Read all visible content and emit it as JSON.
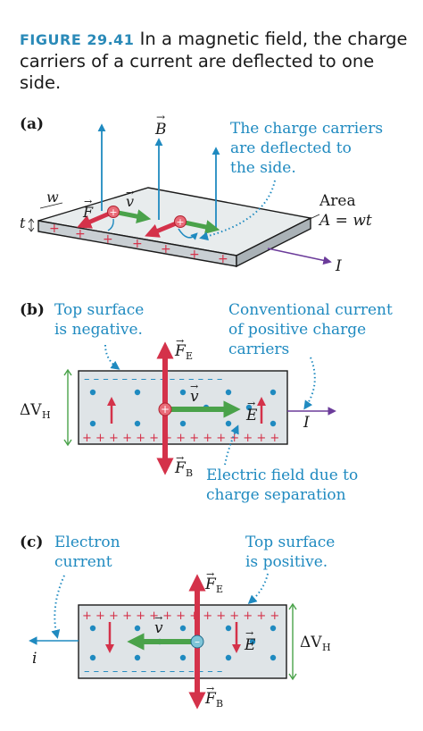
{
  "caption": {
    "figure_number": "FIGURE 29.41",
    "text": "In a magnetic field, the charge carriers of a current are deflected to one side."
  },
  "panel_a": {
    "label": "(a)",
    "field_symbol": "B",
    "callout_lines": [
      "The charge carriers",
      "are deflected to",
      "the side."
    ],
    "area_label": "Area",
    "area_formula": "A = wt",
    "width_symbol": "w",
    "thickness_symbol": "t",
    "force_symbol": "F",
    "velocity_symbol": "v",
    "current_symbol": "I",
    "plus": "+"
  },
  "panel_b": {
    "label": "(b)",
    "top_note_lines": [
      "Top surface",
      "is negative."
    ],
    "current_note_lines": [
      "Conventional current",
      "of positive charge",
      "carriers"
    ],
    "field_note_lines": [
      "Electric field due to",
      "charge separation"
    ],
    "voltage_symbol": "ΔV",
    "voltage_sub": "H",
    "fe_symbol": "F",
    "fe_sub": "E",
    "fb_symbol": "F",
    "fb_sub": "B",
    "velocity_symbol": "v",
    "e_symbol": "E",
    "current_symbol": "I",
    "top_row": "– – – – – – – – – – – – – – –",
    "bottom_row": "+ + + + + + + + + + + + + + +"
  },
  "panel_c": {
    "label": "(c)",
    "electron_note_lines": [
      "Electron",
      "current"
    ],
    "top_note_lines": [
      "Top surface",
      "is positive."
    ],
    "voltage_symbol": "ΔV",
    "voltage_sub": "H",
    "fe_symbol": "F",
    "fe_sub": "E",
    "fb_symbol": "F",
    "fb_sub": "B",
    "velocity_symbol": "v",
    "e_symbol": "E",
    "current_symbol": "i",
    "top_row": "+ + + + + + + + + + + + + + +",
    "bottom_row": "– – – – – – – – – – – – – – –"
  },
  "colors": {
    "accent_blue": "#1f8ac0",
    "force_red": "#d4324a",
    "velocity_green": "#4aa24a",
    "current_purple": "#6b3b9a",
    "slab_gray": "#dfe4e7"
  }
}
